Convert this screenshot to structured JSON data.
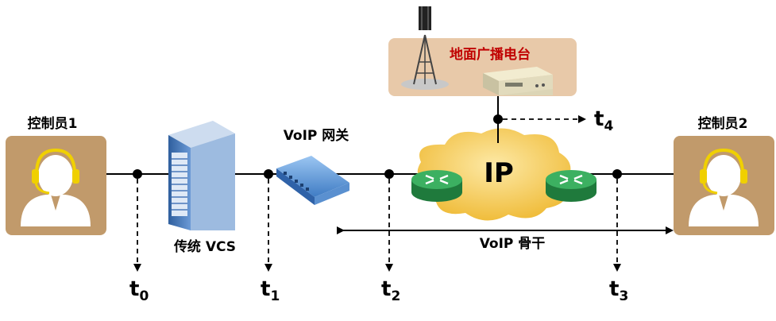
{
  "controller_left": {
    "label": "控制员1"
  },
  "controller_right": {
    "label": "控制员2"
  },
  "legacy_vcs": {
    "label": "传统 VCS"
  },
  "voip_gateway": {
    "label": "VoIP 网关"
  },
  "ground_station": {
    "label": "地面广播电台"
  },
  "ip_cloud": {
    "label": "IP"
  },
  "backbone": {
    "label": "VoIP 骨干"
  },
  "timestamps": {
    "t0": {
      "base": "t",
      "sub": "0"
    },
    "t1": {
      "base": "t",
      "sub": "1"
    },
    "t2": {
      "base": "t",
      "sub": "2"
    },
    "t3": {
      "base": "t",
      "sub": "3"
    },
    "t4": {
      "base": "t",
      "sub": "4"
    }
  },
  "icons": {
    "controller": "headset-operator-icon",
    "server": "server-rack-icon",
    "gateway": "network-switch-icon",
    "router": "router-icon",
    "antenna": "radio-tower-icon",
    "radio": "radio-transceiver-icon",
    "cloud": "cloud-icon"
  },
  "colors": {
    "controller_bg": "#c19a6b",
    "station_bg": "#e8c9a9",
    "station_label": "#c00000",
    "cloud": "#f3c64f",
    "router": "#2e9a52",
    "gateway": "#4f8ed6",
    "server": "#4a78b8",
    "headset": "#f0d000"
  }
}
